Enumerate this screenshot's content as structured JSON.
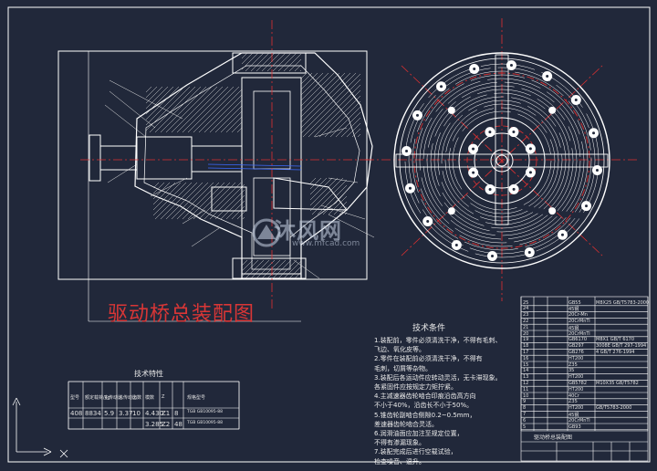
{
  "drawing": {
    "title": "驱动桥总装配图",
    "colors": {
      "background": "#21283a",
      "outline": "#ffffff",
      "centerline": "#e03030",
      "dimension": "#e8e8e8",
      "hatch": "#d8d8d8"
    }
  },
  "watermark": {
    "brand": "沐风网",
    "url": "www.mfcad.com"
  },
  "tech_conditions": {
    "title": "技术条件",
    "lines": [
      "1.装配前，零件必须清洗干净，不得有毛刺、",
      "  飞边、氧化皮等。",
      "2.零件在装配前必须清洗干净，不得有",
      "  毛刺，切屑等杂物。",
      "3.装配后各运动件应转动灵活，无卡滞现象。",
      "  各紧固件应按规定力矩拧紧。",
      "4.主减速器齿轮啮合印痕沿齿高方向",
      "  不小于40%，沿齿长不小于50%。",
      "5.锥齿轮副啮合侧隙0.2~0.5mm，",
      "  差速器齿轮啮合灵活。",
      "6.润滑油面应加注至规定位置，",
      "  不得有渗漏现象。",
      "7.装配完成后进行空载试验，",
      "  检查噪音、温升。"
    ]
  },
  "spec_table": {
    "title": "技术特性",
    "headers": [
      "型号",
      "额定载荷/kg",
      "主传动比",
      "总传动比",
      "齿数",
      "模数",
      "Z",
      "规格型号"
    ],
    "rows": [
      [
        "408",
        "8834",
        "5.9",
        "3.37",
        "10",
        "4.430",
        "Z1",
        "8",
        "TGB GB10095-88"
      ],
      [
        "",
        "",
        "",
        "",
        "",
        "3.285",
        "Z2",
        "48",
        "TGB GB10095-88"
      ]
    ]
  },
  "parts_list": {
    "rows": [
      [
        "25",
        "",
        "GB55",
        "M8X25 GB/T5783-2000"
      ],
      [
        "24",
        "",
        "45钢",
        ""
      ],
      [
        "23",
        "",
        "20Cr-Mn",
        ""
      ],
      [
        "22",
        "",
        "20CrMnTi",
        ""
      ],
      [
        "21",
        "",
        "45钢",
        ""
      ],
      [
        "20",
        "",
        "20CrMnTi",
        ""
      ],
      [
        "19",
        "",
        "GB6170",
        "M8X1 GB/T 6170"
      ],
      [
        "18",
        "",
        "GB297",
        "3008E GB/T 297-1994"
      ],
      [
        "17",
        "",
        "GB276",
        "4 GB/T 276-1994"
      ],
      [
        "16",
        "",
        "HT200",
        ""
      ],
      [
        "15",
        "",
        "Z35",
        ""
      ],
      [
        "14",
        "",
        "35",
        ""
      ],
      [
        "13",
        "",
        "HT200",
        ""
      ],
      [
        "12",
        "",
        "GB5782",
        "M10X35 GB/T5782"
      ],
      [
        "11",
        "",
        "HT200",
        ""
      ],
      [
        "10",
        "",
        "40Cr",
        ""
      ],
      [
        "9",
        "",
        "Z35",
        ""
      ],
      [
        "8",
        "",
        "HT200",
        "GB/T5783-2000"
      ],
      [
        "7",
        "",
        "45钢",
        ""
      ],
      [
        "6",
        "",
        "20CrMnTi",
        ""
      ],
      [
        "5",
        "",
        "GB93",
        ""
      ]
    ],
    "footer": "驱动桥总装配图"
  }
}
